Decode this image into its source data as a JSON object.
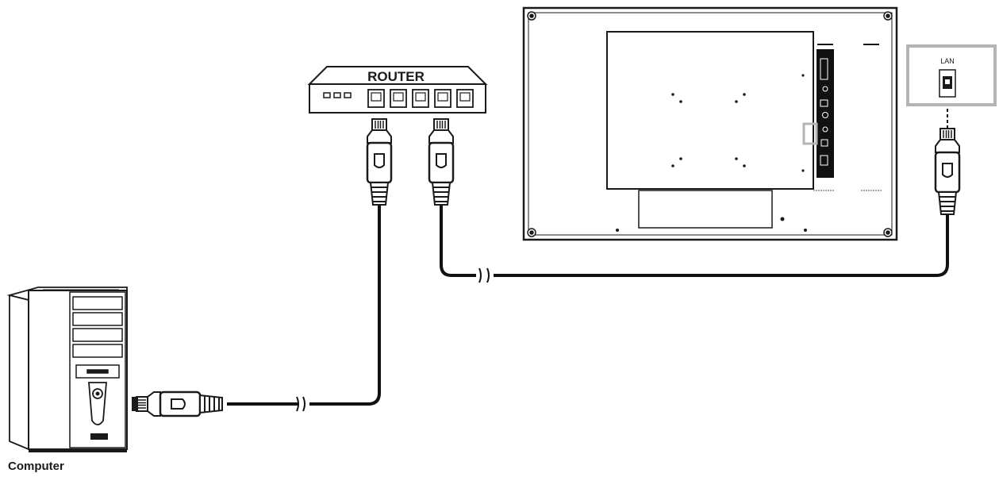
{
  "router": {
    "label": "ROUTER"
  },
  "display": {
    "lan_label": "LAN",
    "highlight_color": "#b4b4b4"
  },
  "computer": {
    "label": "Computer"
  },
  "colors": {
    "line": "#1a1a1a",
    "cable": "#111111",
    "connector_fill": "#ffffff"
  }
}
